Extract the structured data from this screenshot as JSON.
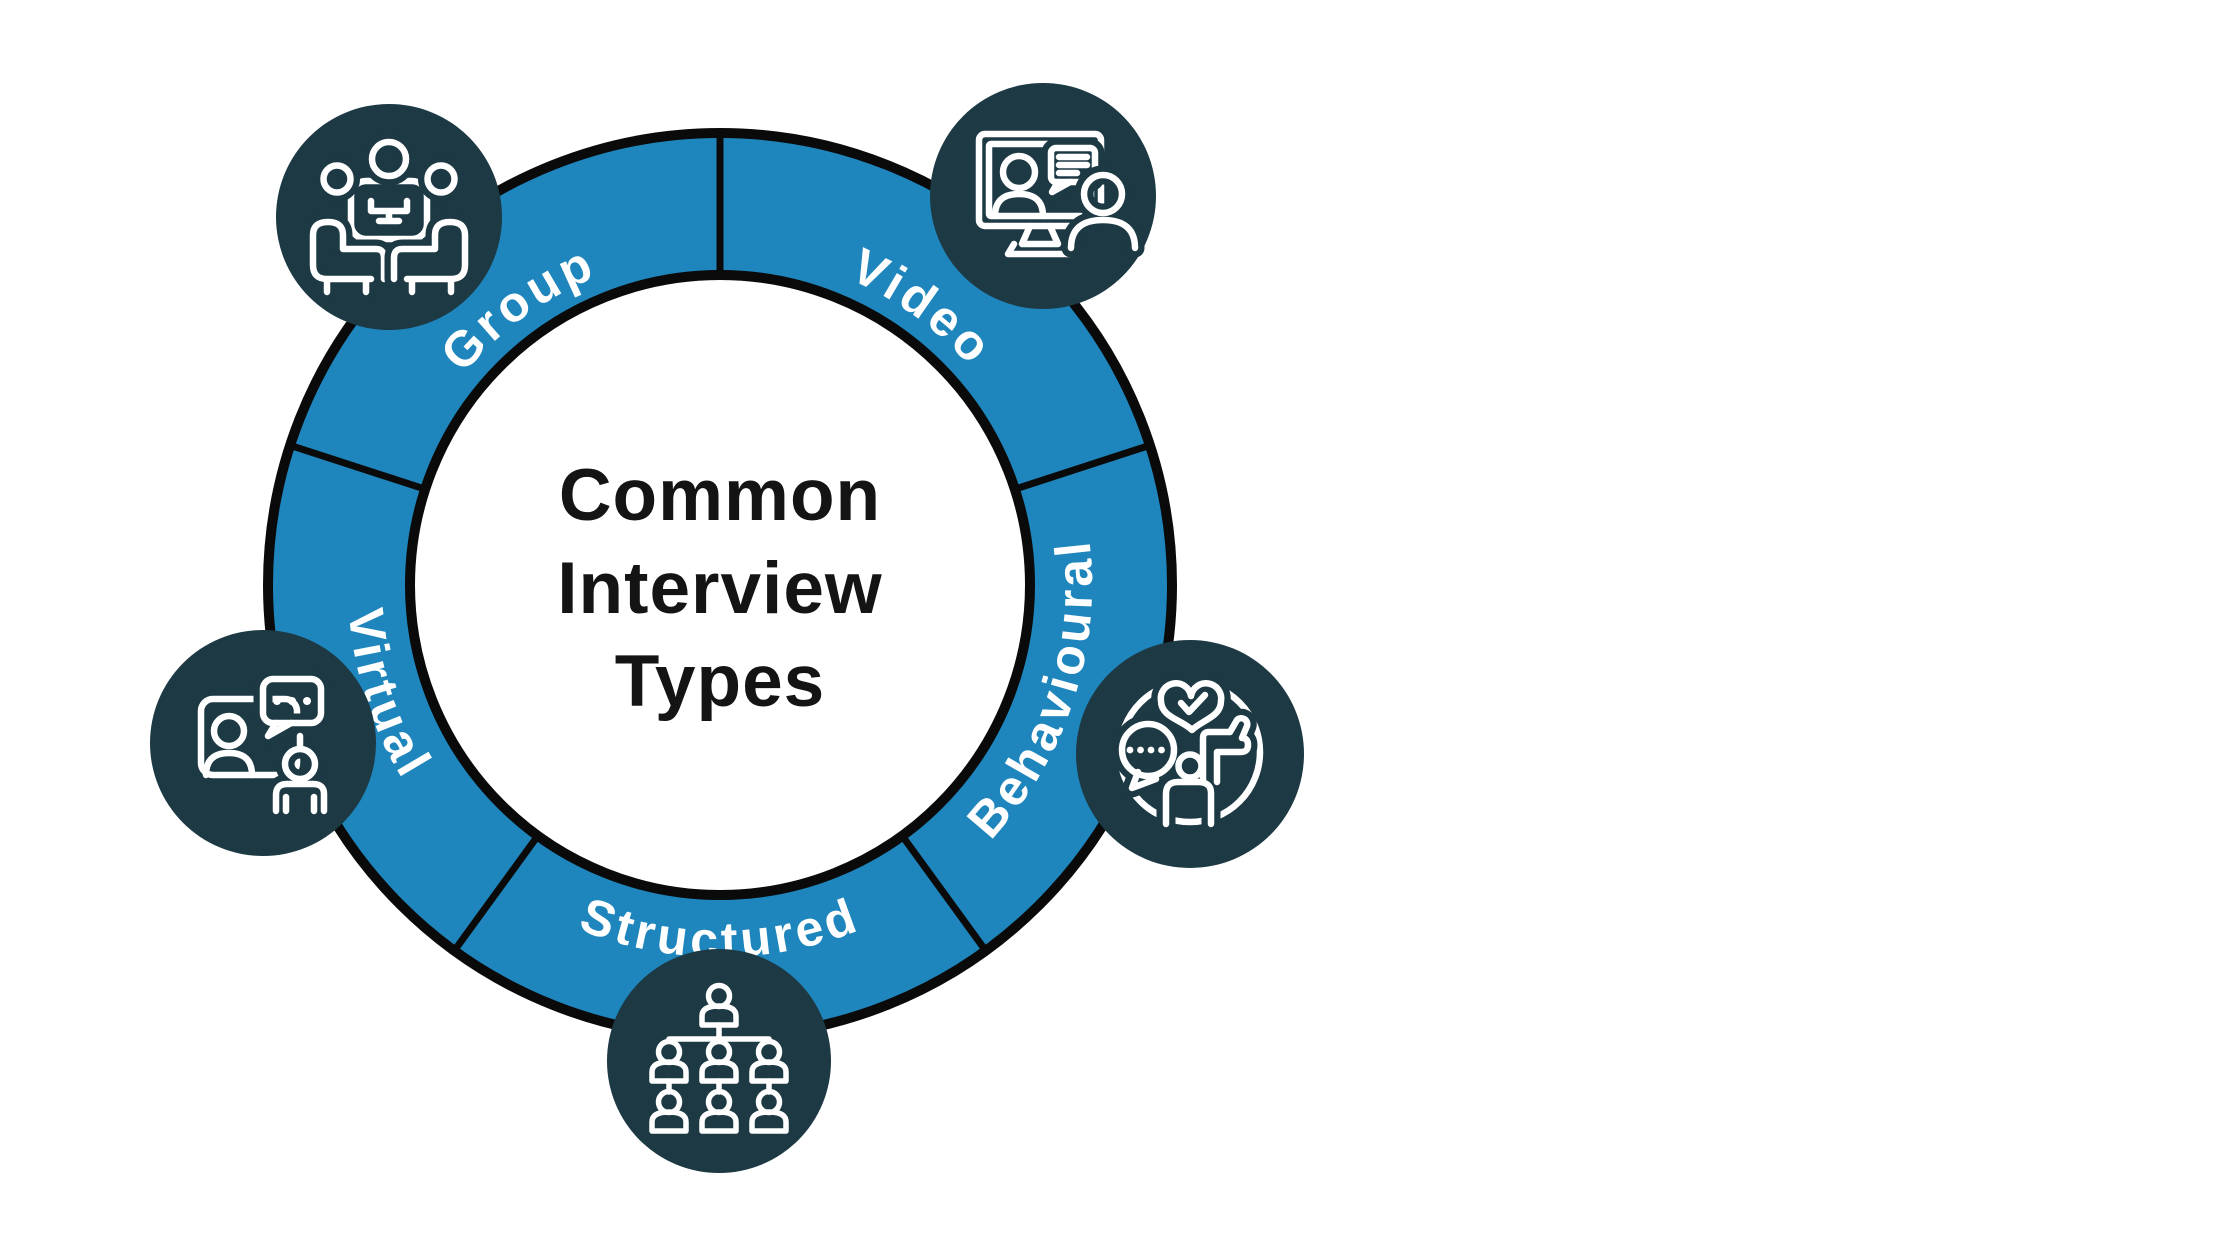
{
  "diagram": {
    "title": {
      "line1": "Common",
      "line2": "Interview",
      "line3": "Types"
    },
    "segments": [
      {
        "label": "Video",
        "icon": "video-call-icon"
      },
      {
        "label": "Group",
        "icon": "group-discussion-icon"
      },
      {
        "label": "Virtual",
        "icon": "virtual-meeting-icon"
      },
      {
        "label": "Structured",
        "icon": "org-structure-icon"
      },
      {
        "label": "Behavioural",
        "icon": "behavioural-feedback-icon"
      }
    ],
    "colors": {
      "ring_blue": "#1E86BD",
      "disc_navy": "#1D3944",
      "outline_black": "#0A0A0A",
      "icon_white": "#FFFFFF",
      "title_black": "#141414",
      "background": "#FFFFFF"
    }
  }
}
